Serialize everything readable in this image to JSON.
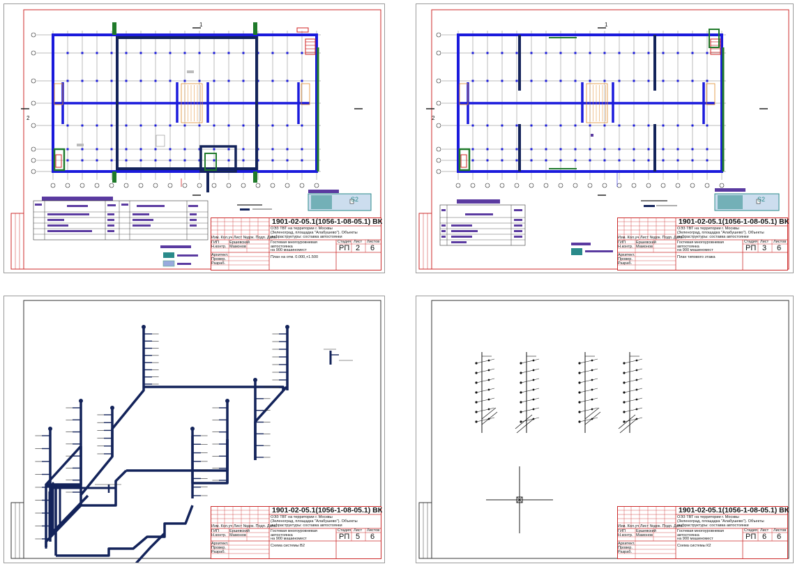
{
  "colors": {
    "frame_red": "#cc2a2a",
    "frame_black": "#333333",
    "pipe_blue": "#1a1adc",
    "wall_navy": "#13235a",
    "green": "#1f7a2a",
    "orange": "#e08a2a",
    "purple": "#5a3aa0",
    "teal": "#2a8a8a",
    "red": "#d02020"
  },
  "sheets": [
    {
      "code": "1901-02-05.1(1056-1-08-05.1) ВК",
      "desc1": "ОЭЗ ТВТ на территории г. Москвы",
      "desc2": "(Зеленоград, площадка \"Алабушево\"). Объекты",
      "desc3": "инфраструктуры: составка автостоянки",
      "name1": "Гостевая многоуровневая",
      "name2": "автостоянка",
      "name3": "на 900 машиномест",
      "stage": "РП",
      "sheet_no": "2",
      "sheets_total": "6",
      "title": "План на отм. 0.000,+1.500",
      "gip": "ГИП",
      "gip_name": "Ершевский",
      "norm": "Н.контр.",
      "norm_name": "Мамонов",
      "dev": "Разраб.",
      "check": "Провер.",
      "arch": "Архитект.",
      "cols": "Изм. Кол.уч Лист №док. Подп. Дата",
      "stage_hdr": "Стадия",
      "sheet_hdr": "Лист",
      "total_hdr": "Листов",
      "axis_label": "1",
      "side_label": "2"
    },
    {
      "code": "1901-02-05.1(1056-1-08-05.1) ВК",
      "desc1": "ОЭЗ ТВТ на территории г. Москвы",
      "desc2": "(Зеленоград, площадка \"Алабушево\"). Объекты",
      "desc3": "инфраструктуры: составка автостоянки",
      "name1": "Гостевая многоуровневая",
      "name2": "автостоянка",
      "name3": "на 900 машиномест",
      "stage": "РП",
      "sheet_no": "3",
      "sheets_total": "6",
      "title": "План типового этажа",
      "gip": "ГИП",
      "gip_name": "Ершевский",
      "norm": "Н.контр.",
      "norm_name": "Мамонов",
      "dev": "Разраб.",
      "check": "Провер.",
      "arch": "Архитект.",
      "cols": "Изм. Кол.уч Лист №док. Подп. Дата",
      "stage_hdr": "Стадия",
      "sheet_hdr": "Лист",
      "total_hdr": "Листов",
      "axis_label": "1",
      "side_label": "2"
    },
    {
      "code": "1901-02-05.1(1056-1-08-05.1) ВК",
      "desc1": "ОЭЗ ТВТ на территории г. Москвы",
      "desc2": "(Зеленоград, площадка \"Алабушево\"). Объекты",
      "desc3": "инфраструктуры: составка автостоянки",
      "name1": "Гостевая многоуровневая",
      "name2": "автостоянка",
      "name3": "на 900 машиномест",
      "stage": "РП",
      "sheet_no": "5",
      "sheets_total": "6",
      "title": "Схема системы В2",
      "gip": "ГИП",
      "gip_name": "Ершевский",
      "norm": "Н.контр.",
      "norm_name": "Мамонов",
      "dev": "Разраб.",
      "check": "Провер.",
      "arch": "Архитект.",
      "cols": "Изм. Кол.уч Лист №док. Подп. Дата",
      "stage_hdr": "Стадия",
      "sheet_hdr": "Лист",
      "total_hdr": "Листов"
    },
    {
      "code": "1901-02-05.1(1056-1-08-05.1) ВК",
      "desc1": "ОЭЗ ТВТ на территории г. Москвы",
      "desc2": "(Зеленоград, площадка \"Алабушево\"). Объекты",
      "desc3": "инфраструктуры: составка автостоянки",
      "name1": "Гостевая многоуровневая",
      "name2": "автостоянка",
      "name3": "на 900 машиномест",
      "stage": "РП",
      "sheet_no": "6",
      "sheets_total": "6",
      "title": "Схема системы К2",
      "gip": "ГИП",
      "gip_name": "Ершевский",
      "norm": "Н.контр.",
      "norm_name": "Мамонов",
      "dev": "Разраб.",
      "check": "Провер.",
      "arch": "Архитект.",
      "cols": "Изм. Кол.уч Лист №док. Подп. Дата",
      "stage_hdr": "Стадия",
      "sheet_hdr": "Лист",
      "total_hdr": "Листов"
    }
  ],
  "legend": {
    "area_label": "S2"
  }
}
